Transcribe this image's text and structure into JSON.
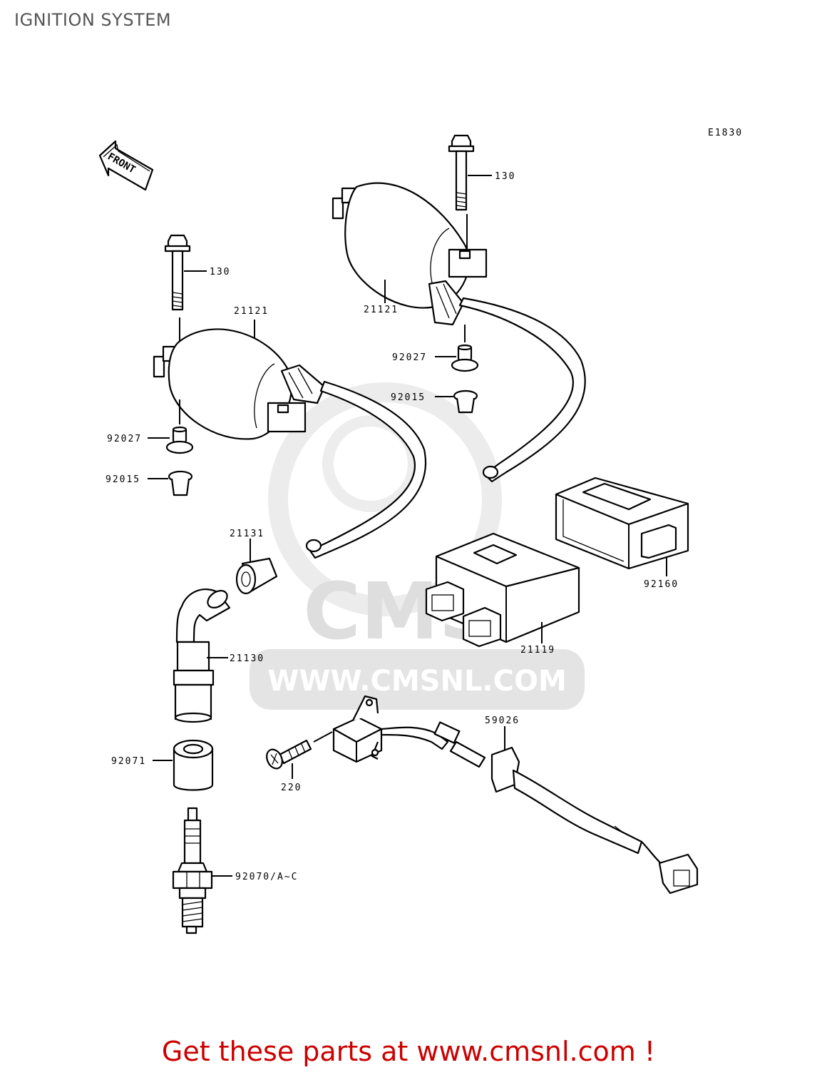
{
  "title": "IGNITION SYSTEM",
  "diagram_code": "E1830",
  "front_label": "FRONT",
  "watermark": {
    "logo_text": "CMS",
    "url_text": "WWW.CMSNL.COM"
  },
  "labels": {
    "bolt_right": "130",
    "bolt_left": "130",
    "coil_left": "21121",
    "coil_right": "21121",
    "collar_left": "92027",
    "grommet_left": "92015",
    "collar_right": "92027",
    "grommet_right": "92015",
    "connector": "21131",
    "cap": "21130",
    "seal": "92071",
    "plug": "92070/A~C",
    "cover": "92160",
    "igniter": "21119",
    "screw": "220",
    "pickup": "59026"
  },
  "footer": "Get these parts at www.cmsnl.com !",
  "colors": {
    "title": "#555555",
    "footer": "#cc0000",
    "watermark": "#d9d9d9"
  }
}
